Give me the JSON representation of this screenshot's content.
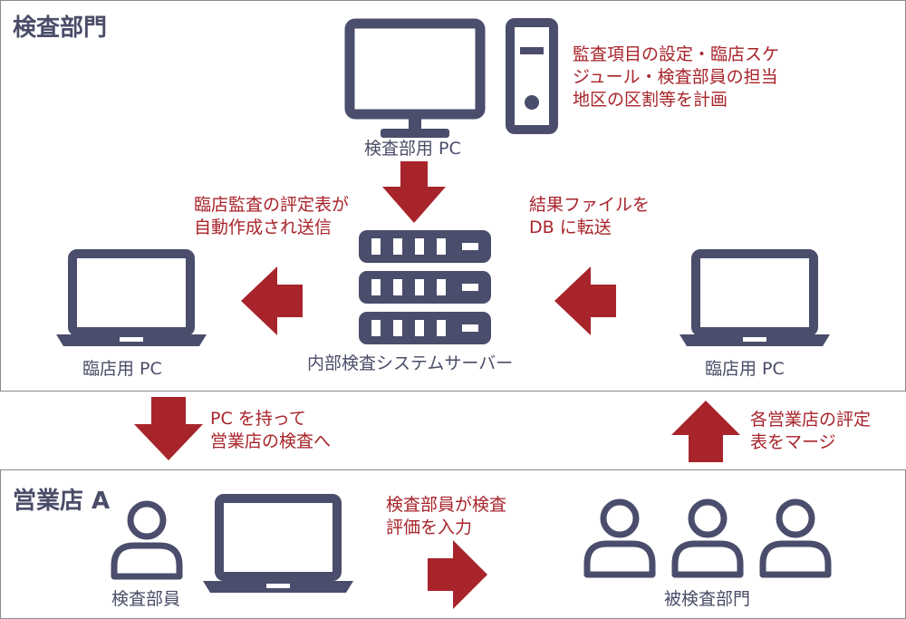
{
  "colors": {
    "icon": "#4a4d6b",
    "accent": "#a8242b",
    "border": "#8a8a8a"
  },
  "hq": {
    "title": "検査部門",
    "pc_label": "検査部用 PC",
    "plan_text": [
      "監査項目の設定・臨店スケ",
      "ジュール・検査部員の担当",
      "地区の区割等を計画"
    ],
    "server_label": "内部検査システムサーバー",
    "send_text": [
      "臨店監査の評定表が",
      "自動作成され送信"
    ],
    "transfer_text": [
      "結果ファイルを",
      "DB に転送"
    ],
    "left_laptop_label": "臨店用 PC",
    "right_laptop_label": "臨店用 PC"
  },
  "between": {
    "carry_text": [
      "PC を持って",
      "営業店の検査へ"
    ],
    "merge_text": [
      "各営業店の評定",
      "表をマージ"
    ]
  },
  "branch": {
    "title": "営業店 A",
    "inspector_label": "検査部員",
    "input_text": [
      "検査部員が検査",
      "評価を入力"
    ],
    "dept_label": "被検査部門"
  }
}
